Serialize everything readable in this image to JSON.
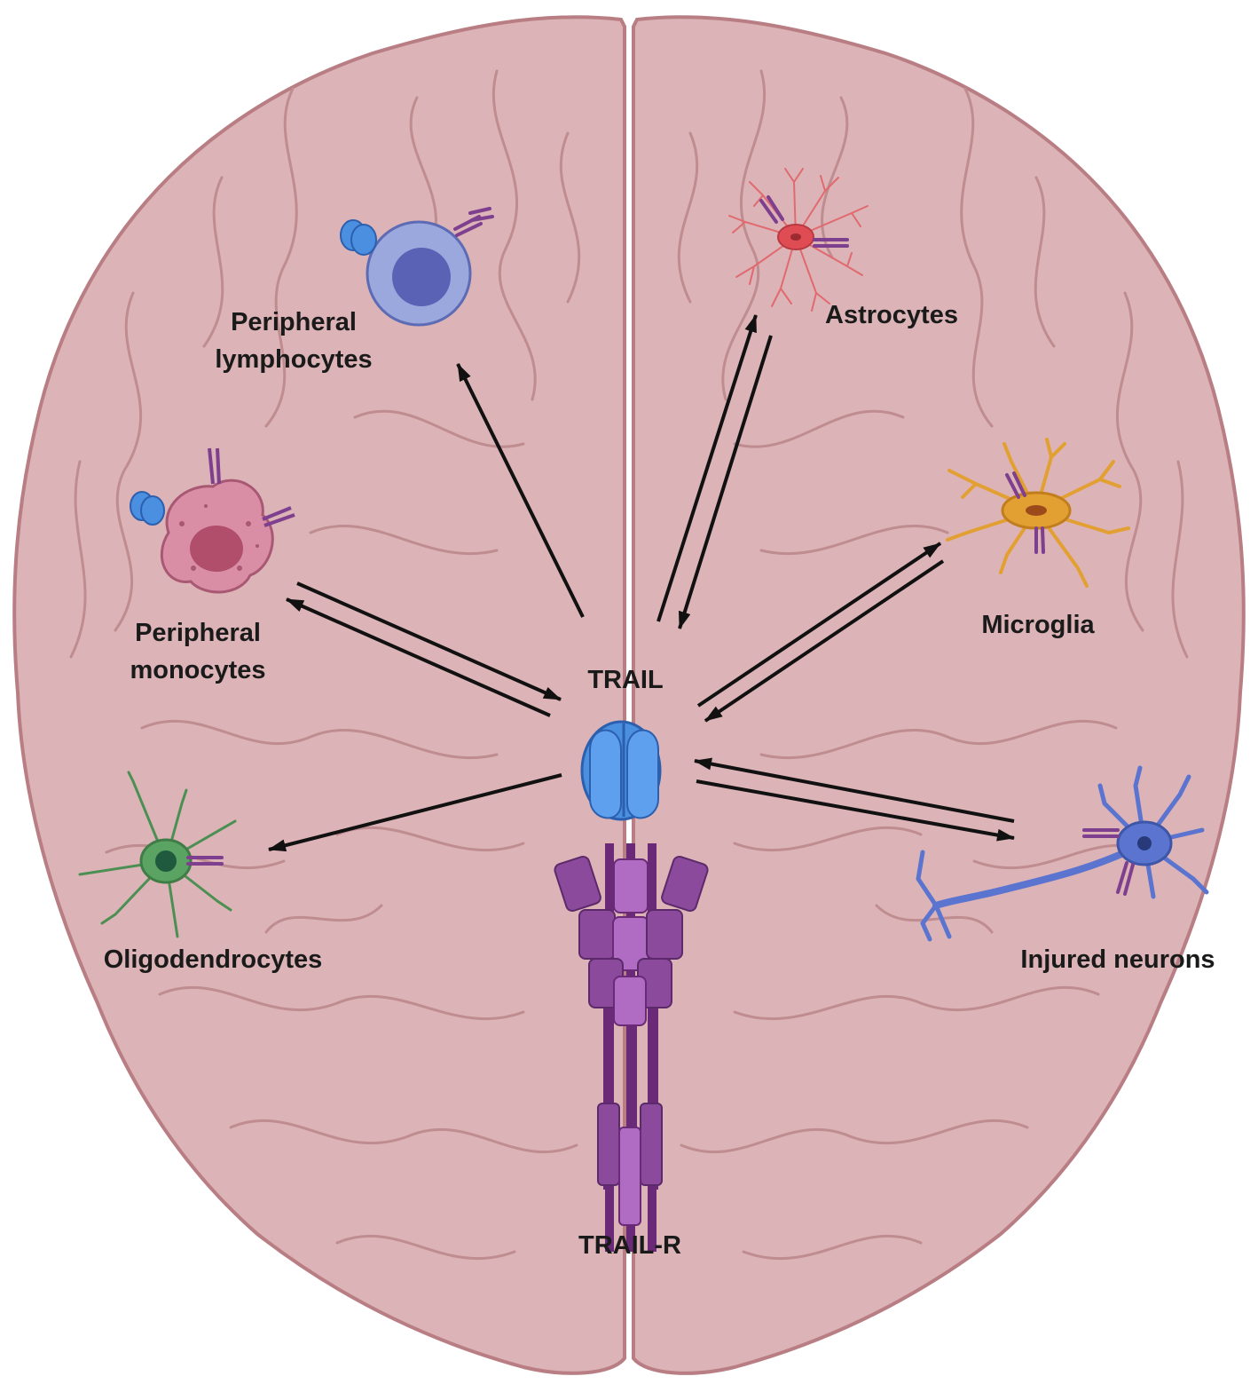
{
  "labels": {
    "peripheral_lymphocytes": [
      "Peripheral",
      "lymphocytes"
    ],
    "astrocytes": "Astrocytes",
    "peripheral_monocytes": [
      "Peripheral",
      "monocytes"
    ],
    "microglia": "Microglia",
    "trail": "TRAIL",
    "oligodendrocytes": "Oligodendrocytes",
    "injured_neurons": "Injured neurons",
    "trail_r": "TRAIL-R"
  },
  "colors": {
    "brain_fill": "#dcb3b6",
    "brain_outline": "#b87e83",
    "brain_sulci": "#bf8c90",
    "trail_ligand": "#4a8fe0",
    "trail_receptor": "#7e3f8f",
    "lymphocyte": "#8a9ad9",
    "monocyte": "#d98ea6",
    "astrocyte": "#e06a6f",
    "microglia": "#e3a032",
    "oligodendrocyte": "#56a05e",
    "neuron": "#5a74cf",
    "arrow": "#111111"
  },
  "icons": {
    "brain": "brain-outline-icon",
    "trail": "trail-trimer-icon",
    "trail_r": "trail-receptor-icon"
  }
}
